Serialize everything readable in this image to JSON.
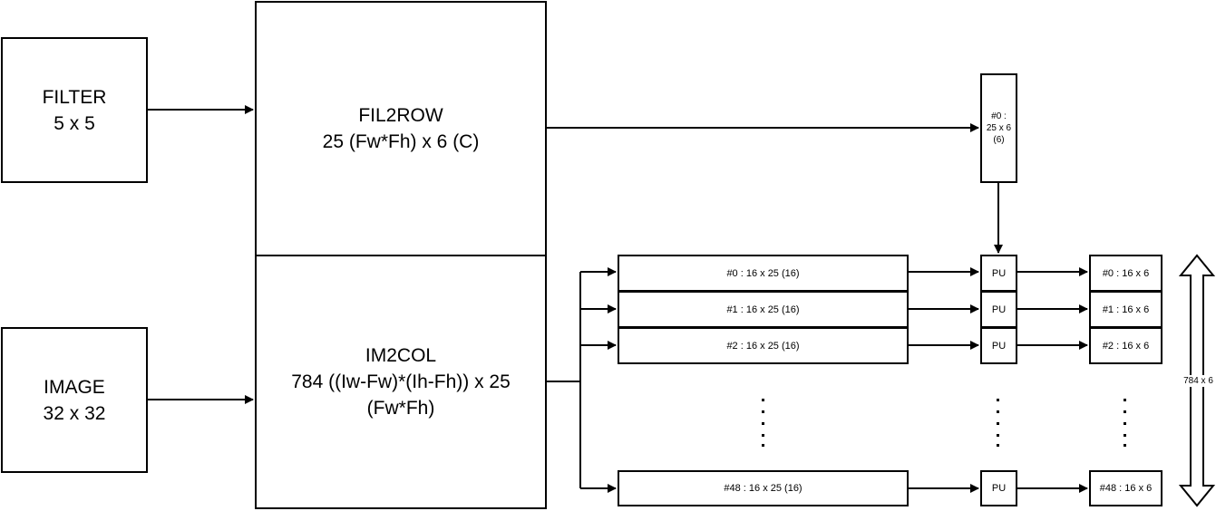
{
  "filter": {
    "title": "FILTER",
    "size": "5 x 5"
  },
  "image": {
    "title": "IMAGE",
    "size": "32 x 32"
  },
  "fil2row": {
    "title": "FIL2ROW",
    "dims": "25 (Fw*Fh) x 6 (C)"
  },
  "im2col": {
    "title": "IM2COL",
    "dims_line1": "784 ((Iw-Fw)*(Ih-Fh)) x 25",
    "dims_line2": "(Fw*Fh)"
  },
  "weight_block": {
    "line1": "#0 :",
    "line2": "25 x 6",
    "line3": "(6)"
  },
  "rows": [
    {
      "input": "#0 : 16 x 25 (16)",
      "pu": "PU",
      "output": "#0 : 16 x 6"
    },
    {
      "input": "#1 : 16 x 25 (16)",
      "pu": "PU",
      "output": "#1 : 16 x 6"
    },
    {
      "input": "#2 : 16 x 25 (16)",
      "pu": "PU",
      "output": "#2 : 16 x 6"
    },
    {
      "input": "#48 : 16 x 25 (16)",
      "pu": "PU",
      "output": "#48 : 16 x 6"
    }
  ],
  "output_total": "784 x 6"
}
